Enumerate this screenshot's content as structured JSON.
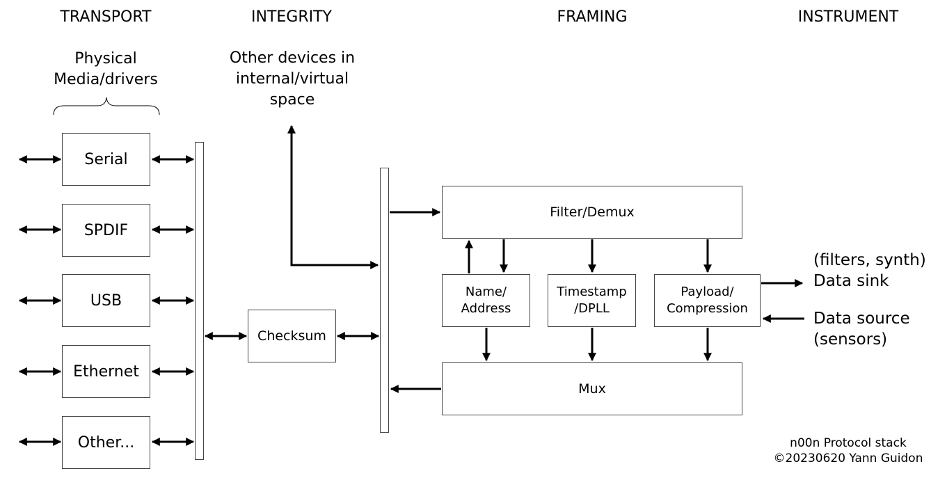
{
  "columns": {
    "transport": "TRANSPORT",
    "integrity": "INTEGRITY",
    "framing": "FRAMING",
    "instrument": "INSTRUMENT"
  },
  "physical_media": {
    "line1": "Physical",
    "line2": "Media/drivers"
  },
  "other_devices": {
    "line1": "Other devices in",
    "line2": "internal/virtual",
    "line3": "space"
  },
  "transport_boxes": [
    "Serial",
    "SPDIF",
    "USB",
    "Ethernet",
    "Other..."
  ],
  "checksum": "Checksum",
  "framing_boxes": {
    "filter_demux": "Filter/Demux",
    "name_address": {
      "line1": "Name/",
      "line2": "Address"
    },
    "timestamp": {
      "line1": "Timestamp",
      "line2": "/DPLL"
    },
    "payload": {
      "line1": "Payload/",
      "line2": "Compression"
    },
    "mux": "Mux"
  },
  "instrument": {
    "sink": {
      "line1": "(filters, synth)",
      "line2": "Data sink"
    },
    "source": {
      "line1": "Data source",
      "line2": "(sensors)"
    }
  },
  "credit": {
    "line1": "n00n Protocol stack",
    "line2": "©20230620 Yann Guidon"
  }
}
